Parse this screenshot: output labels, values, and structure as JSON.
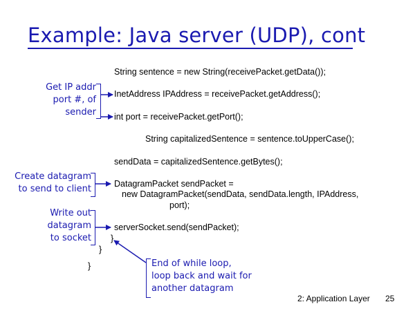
{
  "slide": {
    "title": "Example: Java server (UDP), cont"
  },
  "code": {
    "line_sentence": "String sentence = new String(receivePacket.getData());",
    "line_ipaddress": "InetAddress IPAddress = receivePacket.getAddress();",
    "line_port": "int port = receivePacket.getPort();",
    "line_capitalized": "String capitalizedSentence = sentence.toUpperCase();",
    "line_senddata": "sendData = capitalizedSentence.getBytes();",
    "line_packet_1": "DatagramPacket sendPacket =",
    "line_packet_2": "new DatagramPacket(sendData, sendData.length, IPAddress,",
    "line_packet_3": "port);",
    "line_send": "serverSocket.send(sendPacket);",
    "brace_inner": "}",
    "brace_middle": "}",
    "brace_outer": "}"
  },
  "annotations": {
    "get_ip_1": "Get IP addr",
    "get_ip_2": "port #, of",
    "get_ip_3": "sender",
    "create_1": "Create datagram",
    "create_2": "to send to client",
    "write_1": "Write out",
    "write_2": "datagram",
    "write_3": "to socket",
    "loop_1": "End of while loop,",
    "loop_2": "loop back and wait for",
    "loop_3": "another datagram"
  },
  "footer": {
    "section": "2: Application Layer",
    "page_number": "25"
  },
  "colors": {
    "title": "#1a1ab0",
    "annotation": "#1a1ab0",
    "text": "#000000",
    "background": "#ffffff"
  }
}
